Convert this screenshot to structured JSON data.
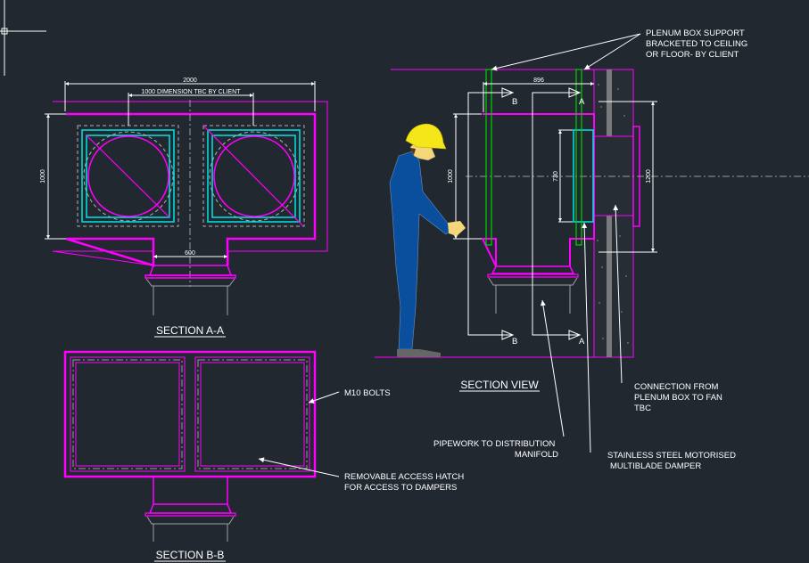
{
  "section_aa": {
    "title": "SECTION A-A",
    "dim_overall_width": "2000",
    "dim_centres": "1000 DIMENSION TBC BY CLIENT",
    "dim_height": "1000",
    "dim_outlet": "600"
  },
  "section_bb": {
    "title": "SECTION B-B"
  },
  "section_view": {
    "title": "SECTION VIEW",
    "dim_width": "896",
    "dim_height": "1000",
    "dim_damper": "730",
    "dim_opening": "1200",
    "marker_a": "A",
    "marker_b": "B"
  },
  "annotations": {
    "support_1": "PLENUM BOX SUPPORT",
    "support_2": "BRACKETED TO CEILING",
    "support_3": "OR FLOOR- BY CLIENT",
    "bolts": "M10 BOLTS",
    "hatch_1": "REMOVABLE ACCESS HATCH",
    "hatch_2": "FOR ACCESS TO DAMPERS",
    "pipework_1": "PIPEWORK TO DISTRIBUTION",
    "pipework_2": "MANIFOLD",
    "connection_1": "CONNECTION FROM",
    "connection_2": "PLENUM BOX TO FAN",
    "connection_3": "TBC",
    "damper_1": "STAINLESS STEEL MOTORISED",
    "damper_2": "MULTIBLADE DAMPER"
  },
  "colors": {
    "background": "#212830",
    "outline": "#ff00ff",
    "damper": "#00e5e5",
    "support": "#00d000",
    "helmet": "#f5e61a",
    "overalls": "#0a4f9e"
  }
}
